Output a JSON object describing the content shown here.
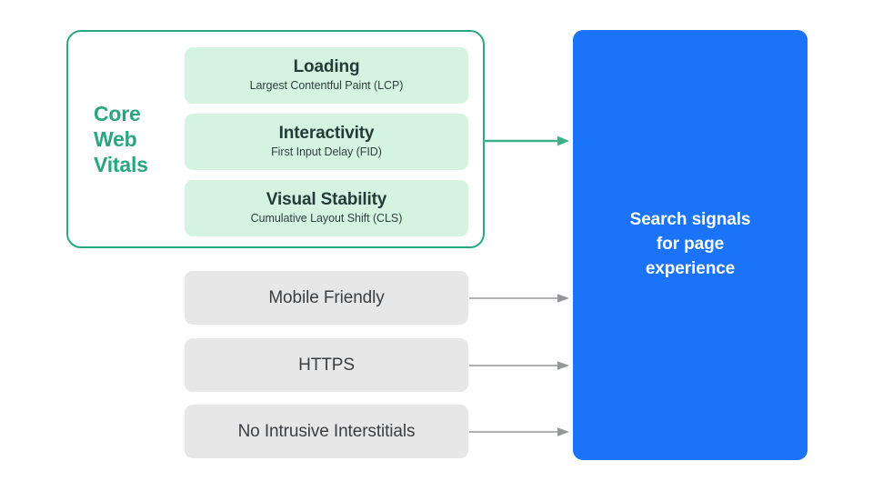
{
  "diagram": {
    "title_group_label": "Core\nWeb\nVitals",
    "colors": {
      "green_accent": "#2aa67f",
      "green_border": "#28a882",
      "green_card_bg": "#d4f3e0",
      "gray_card_bg": "#e7e7e8",
      "blue_box_bg": "#1a73f8",
      "dark_text": "#253b39",
      "gray_text": "#3b3e41",
      "arrow_gray": "#949699"
    }
  },
  "core_web_vitals": {
    "group_label_line1": "Core",
    "group_label_line2": "Web",
    "group_label_line3": "Vitals",
    "metrics": [
      {
        "title": "Loading",
        "subtitle": "Largest Contentful Paint (LCP)"
      },
      {
        "title": "Interactivity",
        "subtitle": "First Input Delay (FID)"
      },
      {
        "title": "Visual Stability",
        "subtitle": "Cumulative Layout Shift (CLS)"
      }
    ]
  },
  "other_signals": [
    {
      "label": "Mobile Friendly"
    },
    {
      "label": "HTTPS"
    },
    {
      "label": "No Intrusive Interstitials"
    }
  ],
  "target": {
    "line1": "Search signals",
    "line2": "for page",
    "line3": "experience"
  },
  "arrows": {
    "core_web_vitals_arrow": "arrow-right-green",
    "mobile_friendly_arrow": "arrow-right-gray",
    "https_arrow": "arrow-right-gray",
    "interstitials_arrow": "arrow-right-gray"
  }
}
